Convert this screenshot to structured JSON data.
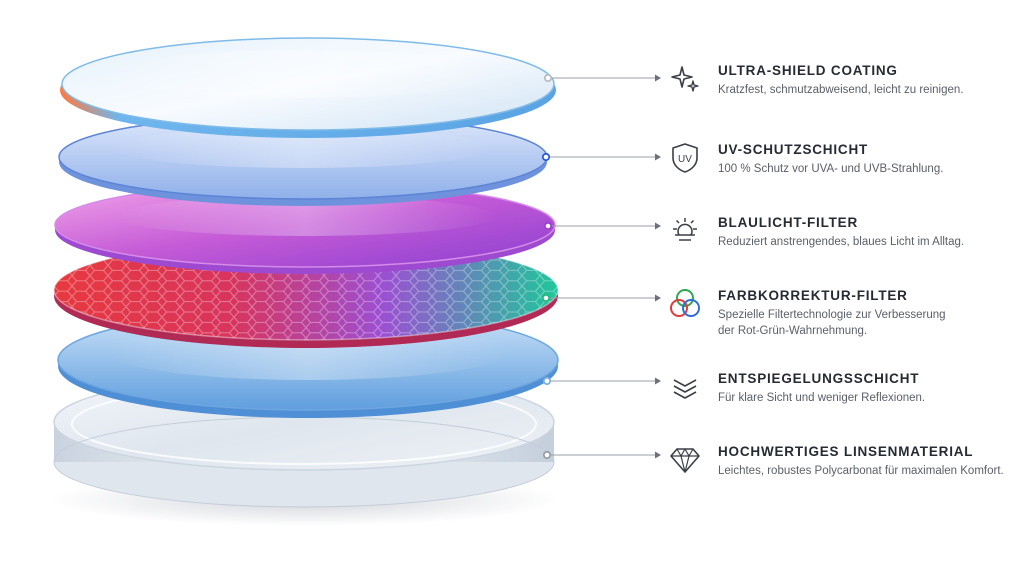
{
  "layers": [
    {
      "id": "ultra-shield",
      "title": "ULTRA-SHIELD COATING",
      "desc": [
        "Kratzfest, schmutzabweisend, leicht zu reinigen."
      ],
      "icon": "sparkle-icon",
      "dot_color": "#b9bcc2"
    },
    {
      "id": "uv",
      "title": "UV-SCHUTZSCHICHT",
      "desc": [
        "100 % Schutz vor UVA- und UVB-Strahlung."
      ],
      "icon": "uv-shield-icon",
      "icon_text": "UV",
      "dot_color": "#2d5bd8"
    },
    {
      "id": "blue-light",
      "title": "BLAULICHT-FILTER",
      "desc": [
        "Reduziert anstrengendes, blaues Licht im Alltag."
      ],
      "icon": "sun-icon",
      "dot_color": "#a23bd0"
    },
    {
      "id": "color-correction",
      "title": "FARBKORREKTUR-FILTER",
      "desc": [
        "Spezielle Filtertechnologie zur Verbesserung",
        "der Rot-Grün-Wahrnehmung."
      ],
      "icon": "rgb-circles-icon",
      "dot_color": "#1fb97a"
    },
    {
      "id": "anti-reflective",
      "title": "ENTSPIEGELUNGSSCHICHT",
      "desc": [
        "Für klare Sicht und weniger Reflexionen."
      ],
      "icon": "layers-icon",
      "dot_color": "#7fb0dd"
    },
    {
      "id": "lens-material",
      "title": "HOCHWERTIGES LINSENMATERIAL",
      "desc": [
        "Leichtes, robustes Polycarbonat für maximalen Komfort."
      ],
      "icon": "diamond-icon",
      "dot_color": "#9a9ea6"
    }
  ],
  "colors": {
    "title": "#262b33",
    "desc": "#5a5f68",
    "leader": "#9aa0a8",
    "icon": "#3a3f47"
  }
}
